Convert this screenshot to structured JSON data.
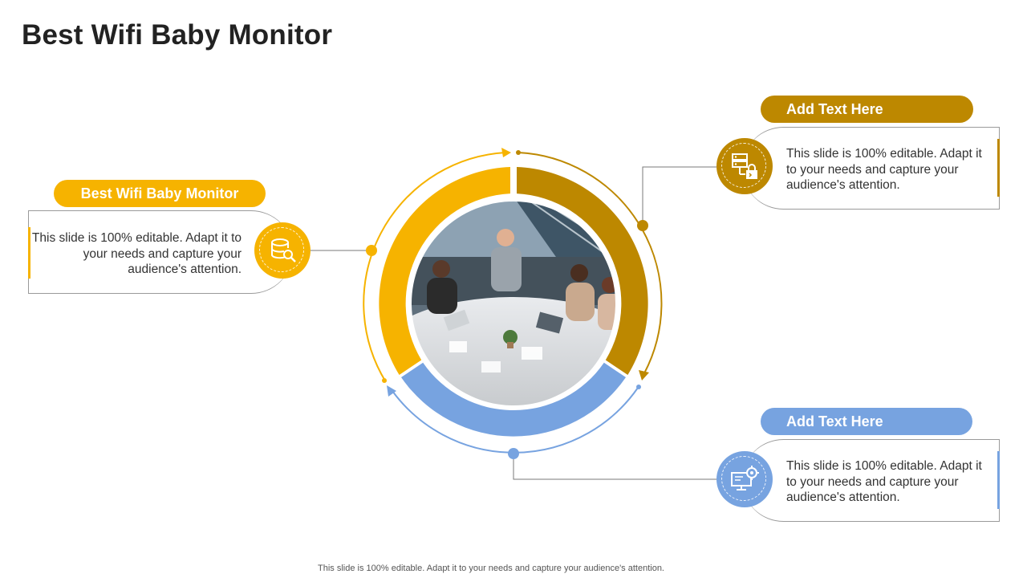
{
  "title": "Best Wifi Baby Monitor",
  "colors": {
    "yellow": "#f6b300",
    "gold": "#bd8800",
    "blue": "#77a3e0",
    "connector": "#7a7a7a"
  },
  "left_item": {
    "heading": "Best Wifi Baby Monitor",
    "body": "This slide is 100% editable. Adapt it to your needs and capture your audience's attention.",
    "icon": "database-search-icon"
  },
  "right_items": [
    {
      "heading": "Add Text Here",
      "body": "This slide is 100% editable. Adapt it to your needs and capture your audience's attention.",
      "icon": "server-security-icon"
    },
    {
      "heading": "Add Text Here",
      "body": "This slide is 100% editable. Adapt it to your needs and capture your audience's attention.",
      "icon": "monitor-settings-icon"
    }
  ],
  "center_image": "team-meeting-photo",
  "footer": "This slide is 100% editable. Adapt it to your needs and capture your audience's attention."
}
